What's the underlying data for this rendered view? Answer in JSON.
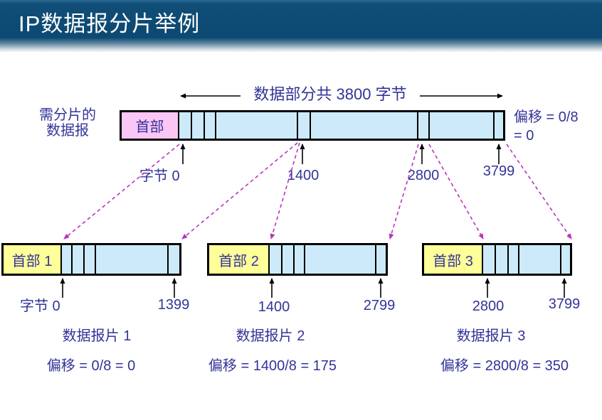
{
  "title": "IP数据报分片举例",
  "colors": {
    "title_bar_blue": "#0d4a73",
    "text_blue": "#333399",
    "original_header_fill": "#f9c6f5",
    "fragment_header_fill": "#ffff99",
    "data_fill": "#cdeafa",
    "dashed_arrow": "#cc33cc"
  },
  "original_datagram": {
    "side_label_line1": "需分片的",
    "side_label_line2": "数据报",
    "header_label": "首部",
    "data_size_label": "数据部分共 3800 字节",
    "offset_label_line1": "偏移 = 0/8",
    "offset_label_line2": "= 0",
    "byte_start": "字节 0",
    "byte_1400": "1400",
    "byte_2800": "2800",
    "byte_3799": "3799"
  },
  "fragments": [
    {
      "header_label": "首部 1",
      "start_label": "字节 0",
      "end_label": "1399",
      "caption": "数据报片 1",
      "offset_label": "偏移 = 0/8 = 0"
    },
    {
      "header_label": "首部 2",
      "start_label": "1400",
      "end_label": "2799",
      "caption": "数据报片 2",
      "offset_label": "偏移 = 1400/8 = 175"
    },
    {
      "header_label": "首部 3",
      "start_label": "2800",
      "end_label": "3799",
      "caption": "数据报片 3",
      "offset_label": "偏移 = 2800/8 = 350"
    }
  ]
}
